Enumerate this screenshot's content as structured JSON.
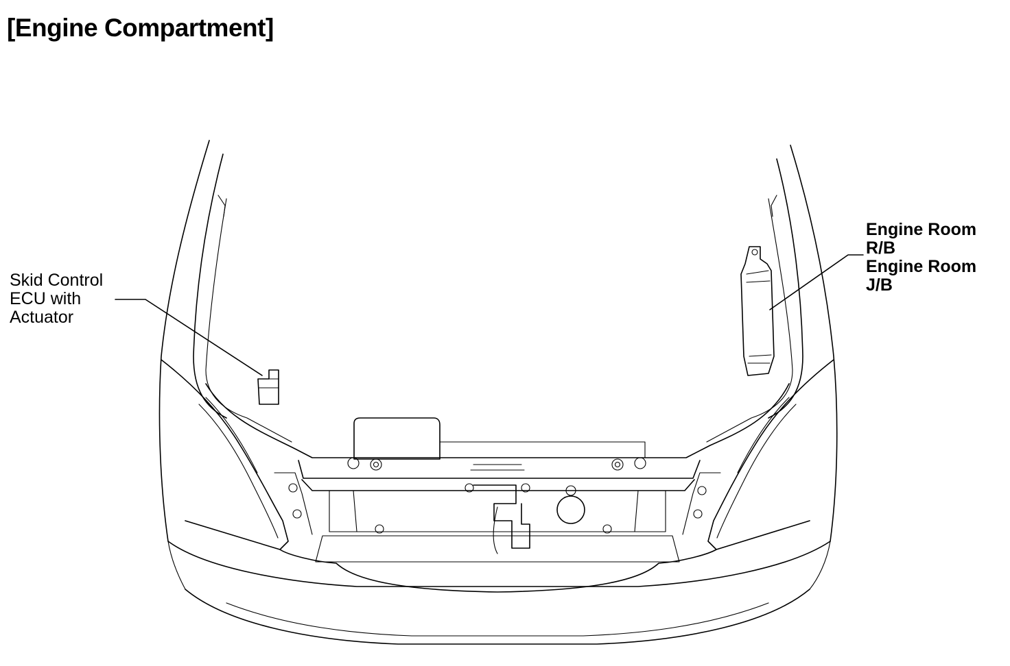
{
  "title": "[Engine Compartment]",
  "labels": {
    "skid_control_ecu": "Skid Control\nECU with\nActuator",
    "engine_room_rb_jb": "Engine Room\nR/B\nEngine Room\nJ/B"
  }
}
